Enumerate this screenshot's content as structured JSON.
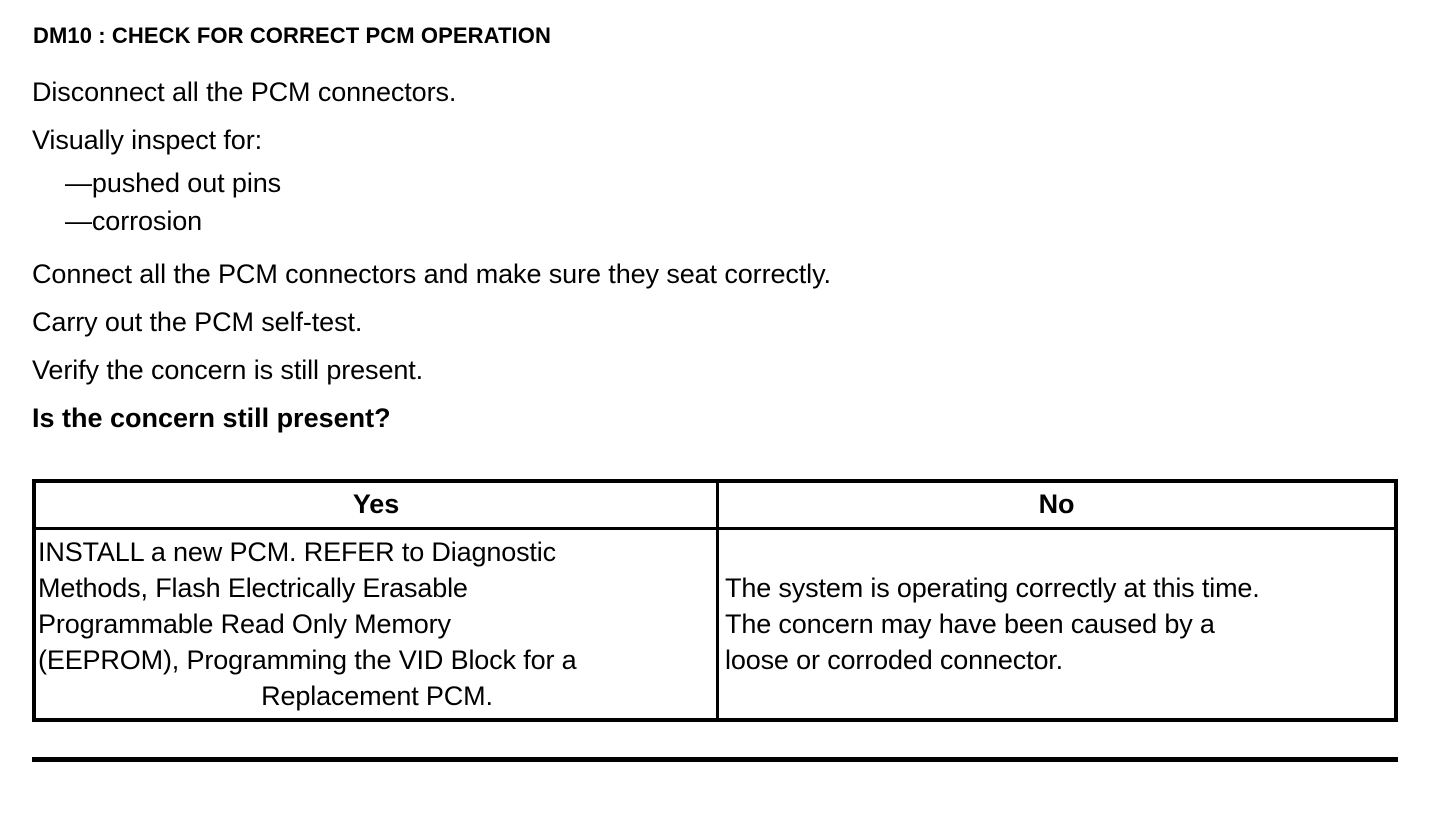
{
  "document": {
    "step_title": "DM10 : CHECK FOR CORRECT PCM OPERATION",
    "instructions": [
      "Disconnect all the PCM connectors.",
      "Visually inspect for:"
    ],
    "inspect_items": [
      "—pushed out pins",
      "—corrosion"
    ],
    "instructions_after": [
      "Connect all the PCM connectors and make sure they seat correctly.",
      "Carry out the PCM self-test.",
      "Verify the concern is still present."
    ],
    "question": "Is the concern still present?"
  },
  "decision_table": {
    "headers": {
      "yes": "Yes",
      "no": "No"
    },
    "yes_cell_lines": [
      "INSTALL a new PCM. REFER to Diagnostic",
      "Methods, Flash Electrically Erasable",
      "Programmable Read Only Memory",
      "(EEPROM), Programming the VID Block for a",
      "Replacement PCM."
    ],
    "no_cell_lines": [
      "The system is operating correctly at this time.",
      "The concern may have been caused by a",
      "loose or corroded connector."
    ]
  },
  "colors": {
    "text": "#000000",
    "background": "#ffffff",
    "rule": "#000000"
  }
}
